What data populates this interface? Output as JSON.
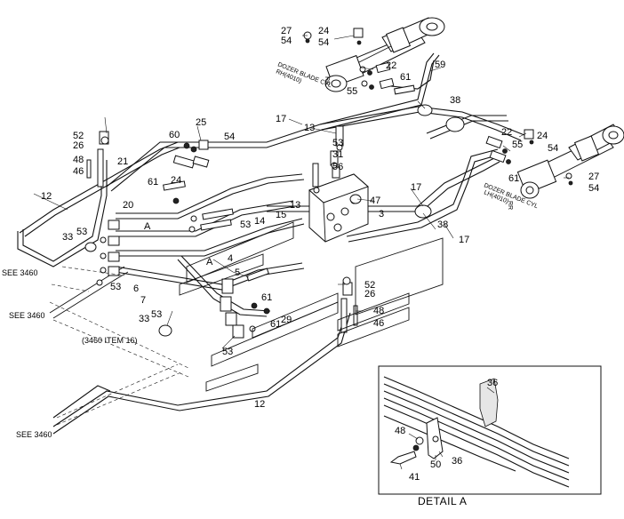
{
  "callouts": {
    "c27a": "27",
    "c54a": "54",
    "c24a": "24",
    "c54b": "54",
    "c59": "59",
    "c22a": "22",
    "c55a": "55",
    "c61a": "61",
    "c38a": "38",
    "c17a": "17",
    "c13a": "13",
    "c53a": "53",
    "c31": "31",
    "c56": "56",
    "c25": "25",
    "c60": "60",
    "c54c": "54",
    "c52a": "52",
    "c26a": "26",
    "c48a": "48",
    "c46a": "46",
    "c21": "21",
    "c12a": "12",
    "c61b": "61",
    "c24b": "24",
    "c20": "20",
    "c14": "14",
    "c15": "15",
    "c53b": "53",
    "c47": "47",
    "c13b": "13",
    "c3": "3",
    "c17b": "17",
    "c38b": "38",
    "c17c": "17",
    "c22b": "22",
    "c24c": "24",
    "c55b": "55",
    "c54d": "54",
    "c61c": "61",
    "c27b": "27",
    "c54e": "54",
    "c33a": "33",
    "c53c": "53",
    "c4": "4",
    "c5": "5",
    "c6": "6",
    "c7": "7",
    "c53d": "53",
    "c61d": "61",
    "c61e": "61",
    "c29": "29",
    "c52b": "52",
    "c26b": "26",
    "c48b": "48",
    "c46b": "46",
    "c33b": "33",
    "c53e": "53",
    "c53f": "53",
    "c12b": "12",
    "cA1": "A",
    "cA2": "A",
    "d36a": "36",
    "d48": "48",
    "d50": "50",
    "d36b": "36",
    "d41": "41"
  },
  "notes": {
    "see1": "SEE 3460",
    "see2": "SEE 3460",
    "see3": "SEE 3460",
    "item16": "(3460 ITEM 16)",
    "rh_cyl_1": "DOZER BLADE CYL",
    "rh_cyl_2": "RH(4010)",
    "lh_cyl_1": "DOZER BLADE CYL",
    "lh_cyl_2": "LH(4010)",
    "rr_1": "RR",
    "rr_2": "RR",
    "detail_title": "DETAIL  A"
  }
}
